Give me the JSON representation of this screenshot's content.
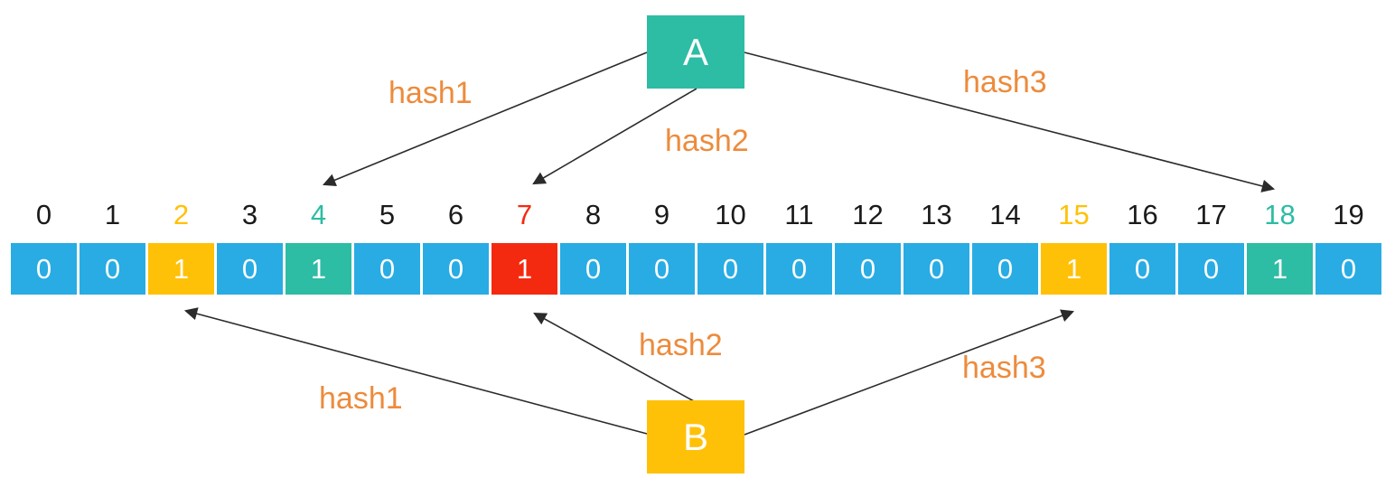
{
  "diagram": {
    "kind": "bloom-filter",
    "colors": {
      "bit_empty": "#29ACE3",
      "item_a": "#2DBCA4",
      "item_b": "#FFC107",
      "collision": "#F42A10",
      "hash_label": "#ED8B3C",
      "index_default": "#1a1a1a",
      "arrow": "#2b2b2b"
    },
    "items": {
      "a": {
        "label": "A"
      },
      "b": {
        "label": "B"
      }
    },
    "hash_arrows_top": [
      {
        "label": "hash1",
        "source": "A",
        "target_index": 4
      },
      {
        "label": "hash2",
        "source": "A",
        "target_index": 7
      },
      {
        "label": "hash3",
        "source": "A",
        "target_index": 18
      }
    ],
    "hash_arrows_bottom": [
      {
        "label": "hash1",
        "source": "B",
        "target_index": 2
      },
      {
        "label": "hash2",
        "source": "B",
        "target_index": 7
      },
      {
        "label": "hash3",
        "source": "B",
        "target_index": 15
      }
    ],
    "bits": [
      {
        "index": "0",
        "value": "0",
        "state": "empty"
      },
      {
        "index": "1",
        "value": "0",
        "state": "empty"
      },
      {
        "index": "2",
        "value": "1",
        "state": "b"
      },
      {
        "index": "3",
        "value": "0",
        "state": "empty"
      },
      {
        "index": "4",
        "value": "1",
        "state": "a"
      },
      {
        "index": "5",
        "value": "0",
        "state": "empty"
      },
      {
        "index": "6",
        "value": "0",
        "state": "empty"
      },
      {
        "index": "7",
        "value": "1",
        "state": "both"
      },
      {
        "index": "8",
        "value": "0",
        "state": "empty"
      },
      {
        "index": "9",
        "value": "0",
        "state": "empty"
      },
      {
        "index": "10",
        "value": "0",
        "state": "empty"
      },
      {
        "index": "11",
        "value": "0",
        "state": "empty"
      },
      {
        "index": "12",
        "value": "0",
        "state": "empty"
      },
      {
        "index": "13",
        "value": "0",
        "state": "empty"
      },
      {
        "index": "14",
        "value": "0",
        "state": "empty"
      },
      {
        "index": "15",
        "value": "1",
        "state": "b"
      },
      {
        "index": "16",
        "value": "0",
        "state": "empty"
      },
      {
        "index": "17",
        "value": "0",
        "state": "empty"
      },
      {
        "index": "18",
        "value": "1",
        "state": "a"
      },
      {
        "index": "19",
        "value": "0",
        "state": "empty"
      }
    ]
  }
}
